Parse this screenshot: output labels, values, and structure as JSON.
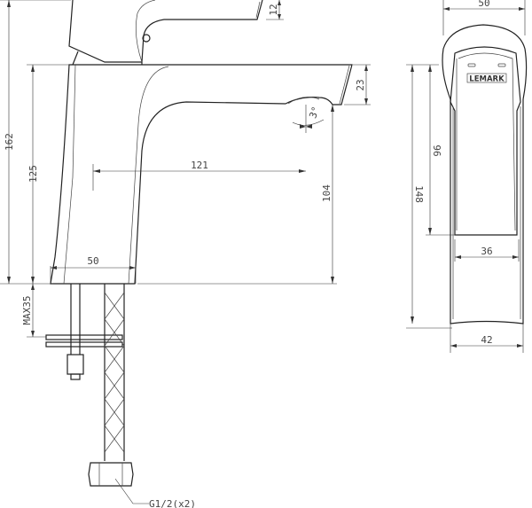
{
  "drawing": {
    "brand_logo": "LEMARK",
    "side_view_dimensions": {
      "total_height": "162",
      "body_height": "125",
      "handle_lever_height": "12",
      "spout_thickness": "23",
      "spout_reach": "121",
      "spout_outlet_height": "104",
      "swivel_angle": "3°",
      "base_width": "50",
      "max_deck_thickness": "MAX35",
      "hose_connection": "G1/2(x2)"
    },
    "front_view_dimensions": {
      "handle_width": "50",
      "body_height": "148",
      "handle_face_height": "96",
      "face_width": "36",
      "base_width": "42"
    }
  }
}
